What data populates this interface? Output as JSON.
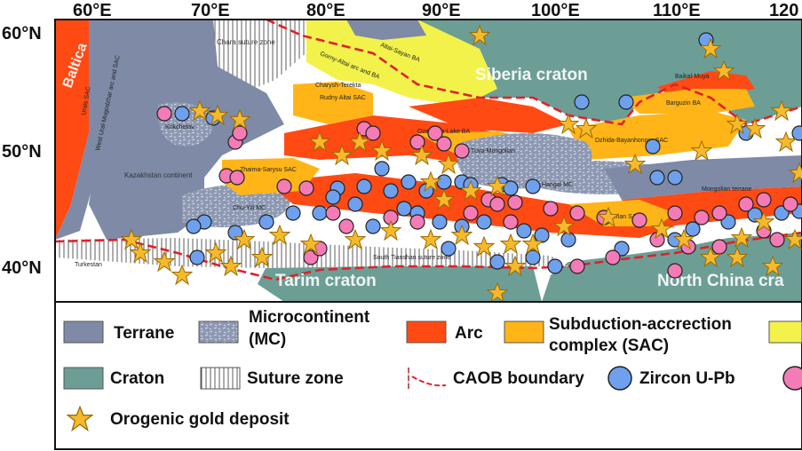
{
  "longitude_labels": [
    "60°E",
    "70°E",
    "80°E",
    "90°E",
    "100°E",
    "110°E",
    "120"
  ],
  "latitude_labels": [
    "60°N",
    "50°N",
    "40°N"
  ],
  "cratons": {
    "siberia": "Siberia craton",
    "tarim": "Tarim craton",
    "north_china": "North China cra"
  },
  "map_labels": {
    "baltica": "Baltica",
    "chara": "Chara suture zone",
    "altai_sayan": "Altai-Sayan BA",
    "gorny_altai": "Gorny-Altai arc and BA",
    "charysh": "Charysh-Terekta",
    "rudny": "Rudny Altai SAC",
    "ozernaya": "Ozernaya-Lake BA",
    "tuva": "Tuva-Mongolian",
    "kazakhstan": "Kazakhstan continent",
    "kokchetav": "Kokchetav",
    "zhaima": "Zhaima-Sarysu SAC",
    "chu_yili": "Chu-Yili MC",
    "tianshan": "South Tianshan suture zone",
    "turkestan": "Turkestan",
    "barguzin": "Barguzin BA",
    "dzhida": "Dzhida-Bayanhongor SAC",
    "mongolian": "Mongolian terrane",
    "baikal": "Baikal-Muya",
    "valerian": "Valerian SAC",
    "urals": "Urals SAC",
    "ural_belt": "West Ural-Mugodzhar arc and SAC",
    "hangai": "Hangai MC"
  },
  "legend": {
    "terrane": "Terrane",
    "microcontinent_l1": "Microcontinent",
    "microcontinent_l2": "(MC)",
    "arc": "Arc",
    "sac_l1": "Subduction-accrection",
    "sac_l2": "complex (SAC)",
    "craton": "Craton",
    "suture": "Suture zone",
    "caob": "CAOB boundary",
    "zircon": "Zircon U-Pb",
    "gold": "Orogenic gold deposit"
  },
  "colors": {
    "terrane": "#7e8aa6",
    "arc": "#ff4a14",
    "sac": "#ffb517",
    "backarc": "#f2f24a",
    "craton": "#6c9e96",
    "zircon": "#6fa0ee",
    "zircon_pink": "#f47bb5",
    "star": "#f5b92c"
  }
}
